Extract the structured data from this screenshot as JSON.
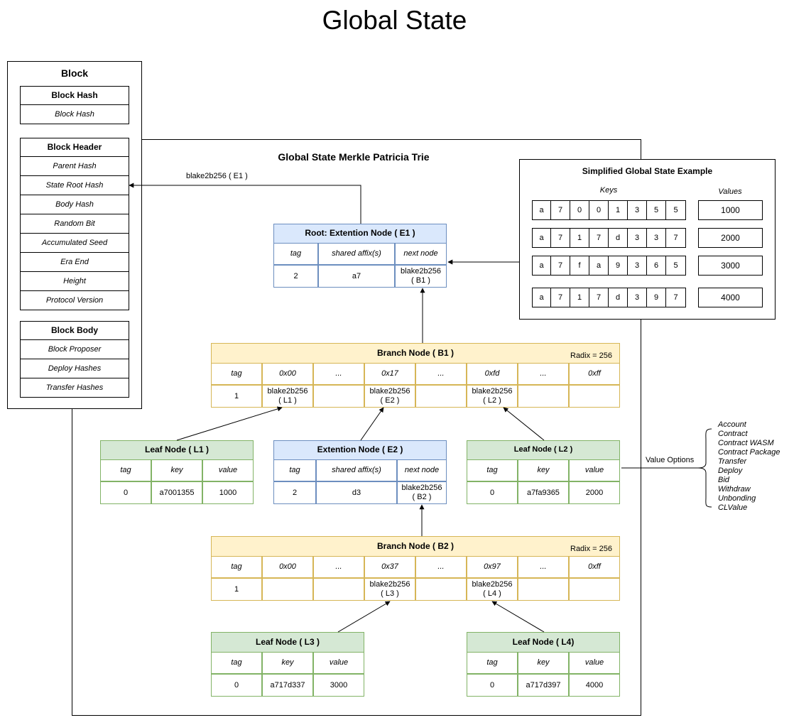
{
  "title": "Global State",
  "block": {
    "title": "Block",
    "hash_header": "Block  Hash",
    "hash_item": "Block Hash",
    "header_title": "Block  Header",
    "header_items": [
      "Parent Hash",
      "State Root Hash",
      "Body Hash",
      "Random Bit",
      "Accumulated Seed",
      "Era End",
      "Height",
      "Protocol Version"
    ],
    "body_title": "Block  Body",
    "body_items": [
      "Block Proposer",
      "Deploy Hashes",
      "Transfer Hashes"
    ]
  },
  "trie": {
    "title": "Global State Merkle Patricia Trie",
    "arrow_label": "blake2b256  ( E1 )",
    "value_options_label": "Value Options",
    "value_options": [
      "Account",
      "Contract",
      "Contract WASM",
      "Contract Package",
      "Transfer",
      "Deploy",
      "Bid",
      "Withdraw",
      "Unbonding",
      "CLValue"
    ]
  },
  "example": {
    "title": "Simplified Global State Example",
    "keys_label": "Keys",
    "values_label": "Values",
    "rows": [
      {
        "key": [
          "a",
          "7",
          "0",
          "0",
          "1",
          "3",
          "5",
          "5"
        ],
        "value": "1000"
      },
      {
        "key": [
          "a",
          "7",
          "1",
          "7",
          "d",
          "3",
          "3",
          "7"
        ],
        "value": "2000"
      },
      {
        "key": [
          "a",
          "7",
          "f",
          "a",
          "9",
          "3",
          "6",
          "5"
        ],
        "value": "3000"
      },
      {
        "key": [
          "a",
          "7",
          "1",
          "7",
          "d",
          "3",
          "9",
          "7"
        ],
        "value": "4000"
      }
    ]
  },
  "e1": {
    "title": "Root:  Extention Node ( E1 )",
    "headers": [
      "tag",
      "shared affix(s)",
      "next node"
    ],
    "values": [
      "2",
      "a7",
      "blake2b256\n( B1 )"
    ]
  },
  "b1": {
    "title": "Branch Node ( B1 )",
    "radix": "Radix = 256",
    "headers": [
      "tag",
      "0x00",
      "...",
      "0x17",
      "...",
      "0xfd",
      "...",
      "0xff"
    ],
    "values": [
      "1",
      "blake2b256\n( L1 )",
      "",
      "blake2b256\n( E2 )",
      "",
      "blake2b256\n( L2 )",
      "",
      ""
    ]
  },
  "l1": {
    "title": "Leaf Node ( L1 )",
    "headers": [
      "tag",
      "key",
      "value"
    ],
    "values": [
      "0",
      "a7001355",
      "1000"
    ]
  },
  "e2": {
    "title": "Extention Node ( E2 )",
    "headers": [
      "tag",
      "shared affix(s)",
      "next node"
    ],
    "values": [
      "2",
      "d3",
      "blake2b256\n( B2 )"
    ]
  },
  "l2": {
    "title": "Leaf Node ( L2 )",
    "headers": [
      "tag",
      "key",
      "value"
    ],
    "values": [
      "0",
      "a7fa9365",
      "2000"
    ]
  },
  "b2": {
    "title": "Branch Node ( B2 )",
    "radix": "Radix = 256",
    "headers": [
      "tag",
      "0x00",
      "...",
      "0x37",
      "...",
      "0x97",
      "...",
      "0xff"
    ],
    "values": [
      "1",
      "",
      "",
      "blake2b256\n( L3 )",
      "",
      "blake2b256\n( L4 )",
      "",
      ""
    ]
  },
  "l3": {
    "title": "Leaf Node ( L3 )",
    "headers": [
      "tag",
      "key",
      "value"
    ],
    "values": [
      "0",
      "a717d337",
      "3000"
    ]
  },
  "l4": {
    "title": "Leaf Node ( L4)",
    "headers": [
      "tag",
      "key",
      "value"
    ],
    "values": [
      "0",
      "a717d397",
      "4000"
    ]
  }
}
